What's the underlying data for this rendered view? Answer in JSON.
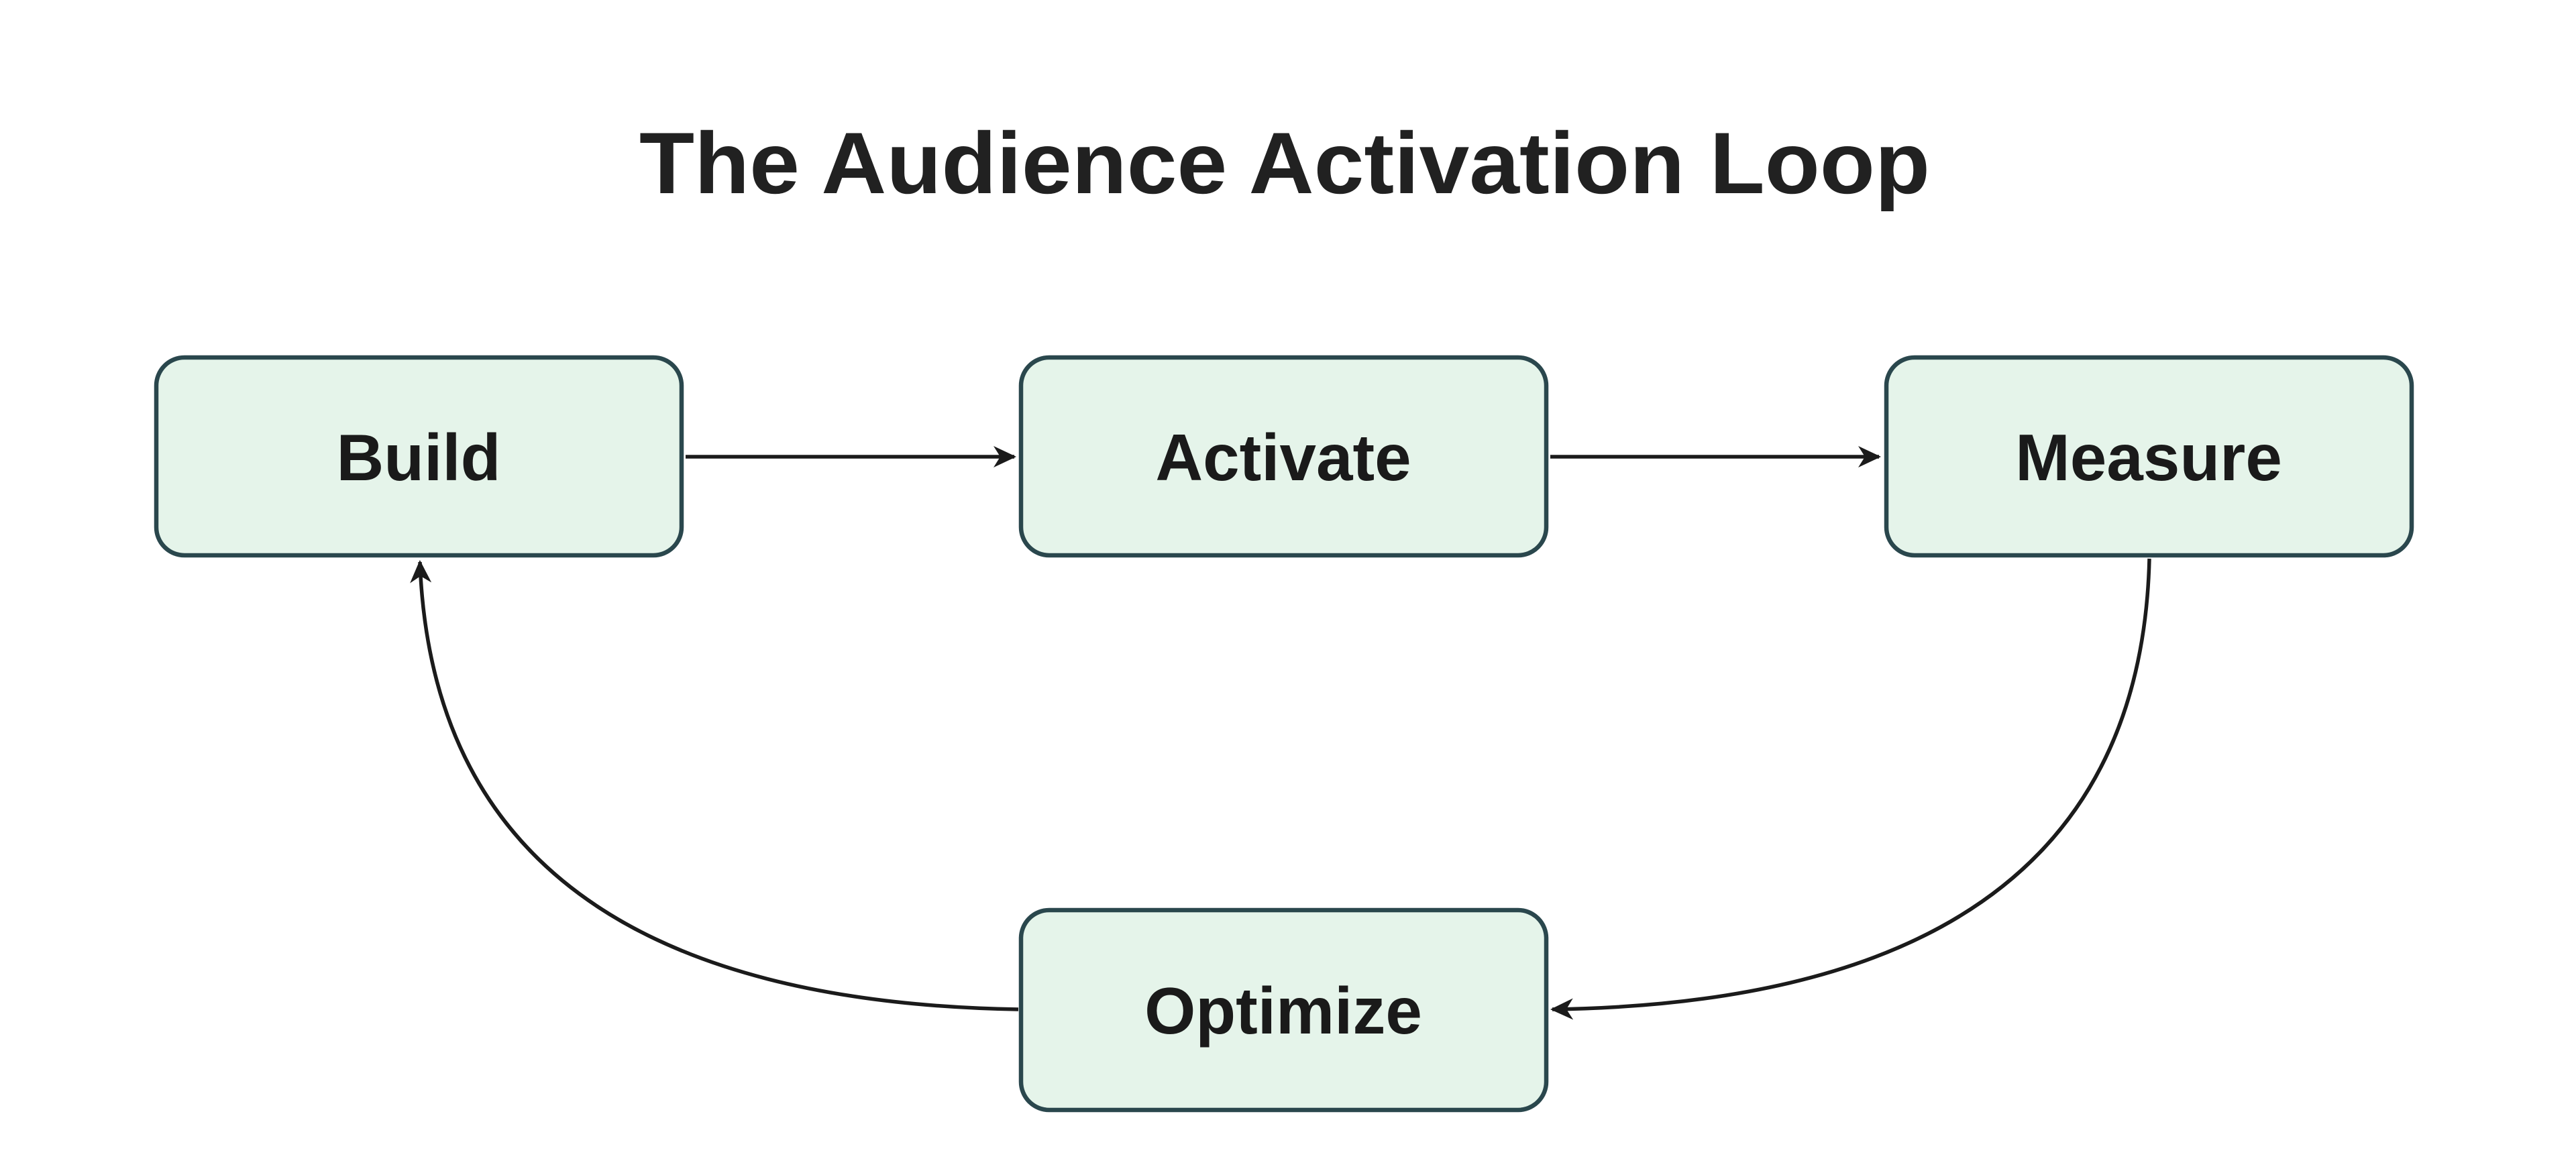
{
  "title": "The Audience Activation Loop",
  "nodes": [
    {
      "id": "build",
      "label": "Build"
    },
    {
      "id": "activate",
      "label": "Activate"
    },
    {
      "id": "measure",
      "label": "Measure"
    },
    {
      "id": "optimize",
      "label": "Optimize"
    }
  ],
  "edges": [
    {
      "from": "Build",
      "to": "Activate"
    },
    {
      "from": "Activate",
      "to": "Measure"
    },
    {
      "from": "Measure",
      "to": "Optimize"
    },
    {
      "from": "Optimize",
      "to": "Build"
    }
  ],
  "colors": {
    "background": "#ffffff",
    "node_fill": "#e5f4ea",
    "node_stroke": "#2a474d",
    "node_text": "#1a1a1a",
    "title_color": "#212121",
    "connector": "#1b1b1b"
  }
}
